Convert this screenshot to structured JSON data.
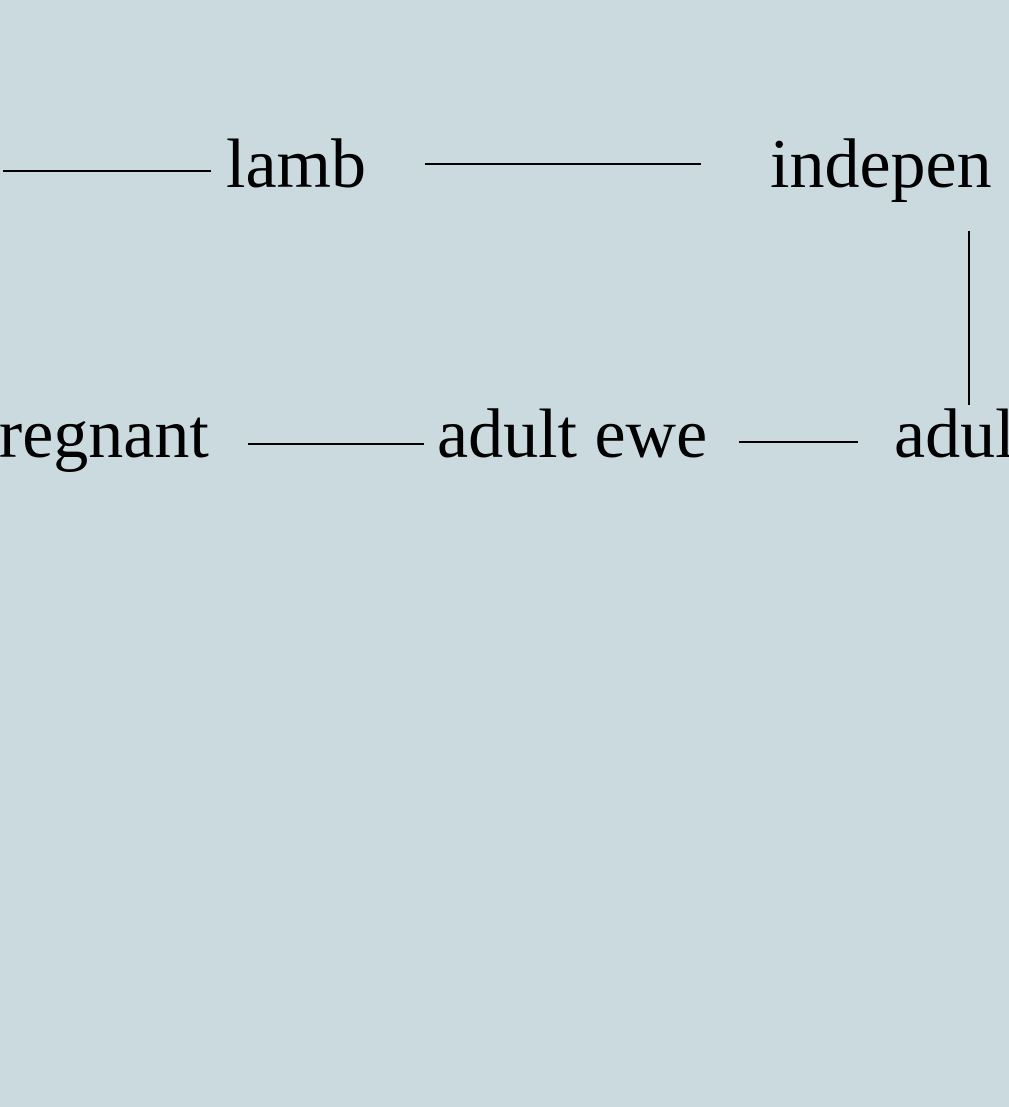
{
  "diagram": {
    "nodes": {
      "lamb": "lamb",
      "independent": "indepen",
      "pregnant": "Pregnant",
      "adult_ewe": "adult ewe",
      "adult": "adul"
    },
    "edges": [
      [
        "",
        "lamb"
      ],
      [
        "lamb",
        "independent"
      ],
      [
        "independent",
        "adult"
      ],
      [
        "pregnant",
        "adult_ewe"
      ],
      [
        "adult_ewe",
        "adult"
      ]
    ]
  }
}
